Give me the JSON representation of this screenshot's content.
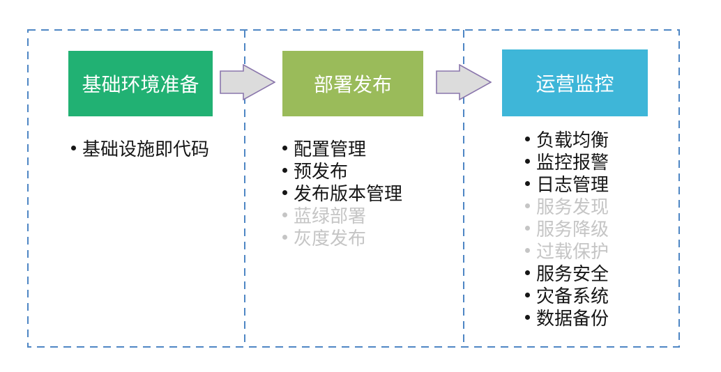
{
  "diagram": {
    "colors": {
      "border": "#4E86C4",
      "arrow_fill": "#DCDCDC",
      "arrow_stroke": "#8A76AC",
      "text": "#161616",
      "text_disabled": "#C5C5C5",
      "header_text": "#FFFFFF",
      "stage1_bg": "#21B173",
      "stage2_bg": "#9ABB5A",
      "stage3_bg": "#3EB6D8"
    },
    "columns": [
      {
        "header": "基础环境准备",
        "items": [
          {
            "label": "基础设施即代码",
            "enabled": true
          }
        ]
      },
      {
        "header": "部署发布",
        "items": [
          {
            "label": "配置管理",
            "enabled": true
          },
          {
            "label": "预发布",
            "enabled": true
          },
          {
            "label": "发布版本管理",
            "enabled": true
          },
          {
            "label": "蓝绿部署",
            "enabled": false
          },
          {
            "label": "灰度发布",
            "enabled": false
          }
        ]
      },
      {
        "header": "运营监控",
        "items": [
          {
            "label": "负载均衡",
            "enabled": true
          },
          {
            "label": "监控报警",
            "enabled": true
          },
          {
            "label": "日志管理",
            "enabled": true
          },
          {
            "label": "服务发现",
            "enabled": false
          },
          {
            "label": "服务降级",
            "enabled": false
          },
          {
            "label": "过载保护",
            "enabled": false
          },
          {
            "label": "服务安全",
            "enabled": true
          },
          {
            "label": "灾备系统",
            "enabled": true
          },
          {
            "label": "数据备份",
            "enabled": true
          }
        ]
      }
    ]
  }
}
